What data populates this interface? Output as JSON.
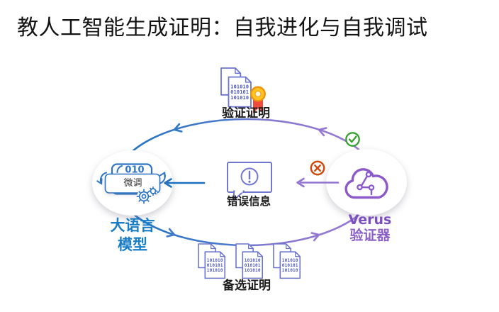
{
  "title": "教人工智能生成证明：自我进化与自我调试",
  "diagram": {
    "verified_proof": {
      "label": "验证证明"
    },
    "error_message": {
      "label": "错误信息"
    },
    "candidate_proofs": {
      "label": "备选证明"
    },
    "llm": {
      "label_line1": "大语言",
      "label_line2": "模型",
      "finetune_label": "微调",
      "chip_text": "010"
    },
    "verifier": {
      "name": "Verus",
      "label": "验证器"
    },
    "binary_rows": [
      "101010",
      "010101",
      "101010"
    ],
    "flow": {
      "top": "Verus验证器 → 验证证明 → 大语言模型",
      "middle": "Verus验证器 → 错误信息 → 微调",
      "bottom": "大语言模型 → 备选证明 → Verus验证器"
    }
  },
  "icons": {
    "verified_proof": "document-stack-with-medal-icon",
    "candidate_proofs": "document-stack-icon",
    "error_message": "speech-bubble-exclamation-icon",
    "verifier": "circuit-cloud-icon",
    "llm": "chip-with-gears-icon",
    "success": "check-circle-icon",
    "failure": "x-circle-icon"
  },
  "colors": {
    "blue": "#1e73c2",
    "purple": "#9678d2",
    "doc_indigo": "#6b74ce",
    "binary_indigo": "#4b55be",
    "green_check": "#35a02f",
    "red_x": "#ce4a0d",
    "medal_gold": "#ffc21e",
    "ribbon_red": "#f04a3c",
    "llm_text_blue": "#1a7dc6",
    "verus_text_purple": "#7b4fc0"
  }
}
